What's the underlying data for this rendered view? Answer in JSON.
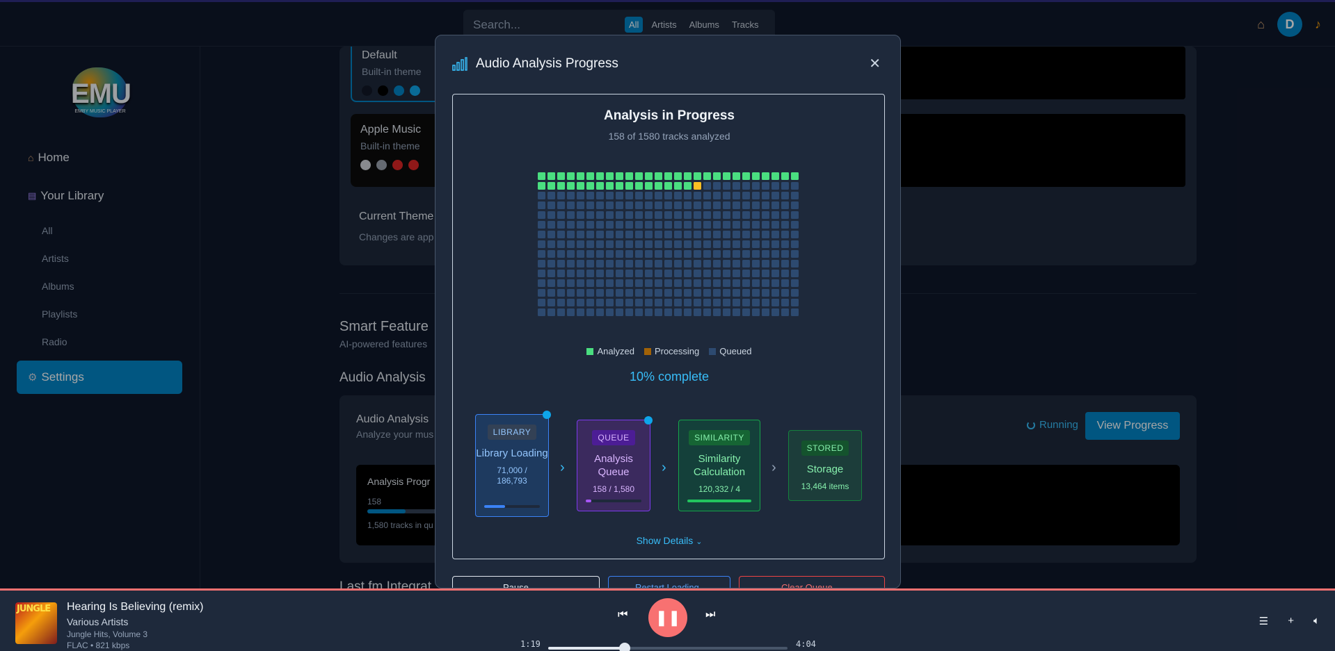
{
  "topbar": {
    "search_placeholder": "Search...",
    "filters": [
      "All",
      "Artists",
      "Albums",
      "Tracks"
    ],
    "active_filter": "All",
    "avatar_letter": "D"
  },
  "sidebar": {
    "logo_text": "EMU",
    "logo_sub": "EMBY MUSIC PLAYER",
    "home": "Home",
    "library": "Your Library",
    "library_items": [
      "All",
      "Artists",
      "Albums",
      "Playlists",
      "Radio"
    ],
    "settings": "Settings"
  },
  "themes": {
    "default_name": "Default",
    "default_sub": "Built-in theme",
    "default_colors": [
      "#111827",
      "#000000",
      "#0284c7",
      "#0ea5e9"
    ],
    "apple_name": "Apple Music",
    "apple_sub": "Built-in theme",
    "apple_colors": [
      "#d1d5db",
      "#9ca3af",
      "#dc2626",
      "#dc2626"
    ],
    "current_label": "Current Theme",
    "current_sub": "Changes are app"
  },
  "smart": {
    "title": "Smart Feature",
    "sub": "AI-powered features"
  },
  "audio_section": {
    "title": "Audio Analysis",
    "card_title": "Audio Analysis",
    "card_sub": "Analyze your mus",
    "prog_title": "Analysis Progr",
    "prog_count": "158",
    "prog_sub": "1,580 tracks in qu",
    "status": "Running",
    "view_button": "View Progress"
  },
  "lastfm_partial": "Last.fm Integrat",
  "modal": {
    "title": "Audio Analysis Progress",
    "heading": "Analysis in Progress",
    "subheading": "158 of 1580 tracks analyzed",
    "grid": {
      "analyzed": 43,
      "processing": 1,
      "total": 435
    },
    "legend": [
      "Analyzed",
      "Processing",
      "Queued"
    ],
    "colors": {
      "analyzed": "#4ade80",
      "processing": "#fbbf24",
      "queued": "#2d4a70"
    },
    "percent_text": "10% complete",
    "stages": [
      {
        "tag": "LIBRARY",
        "name": "Library Loading",
        "count": "71,000 / 186,793",
        "progress": 0.38
      },
      {
        "tag": "QUEUE",
        "name": "Analysis Queue",
        "count": "158 / 1,580",
        "progress": 0.1
      },
      {
        "tag": "SIMILARITY",
        "name": "Similarity Calculation",
        "count": "120,332 / 4",
        "progress": 1.0
      },
      {
        "tag": "STORED",
        "name": "Storage",
        "count": "13,464 items"
      }
    ],
    "show_details": "Show Details",
    "buttons": [
      "Pause",
      "Restart Loading",
      "Clear Queue"
    ]
  },
  "player": {
    "title": "Hearing Is Believing (remix)",
    "artist": "Various Artists",
    "album": "Jungle Hits, Volume 3",
    "format": "FLAC • 821 kbps",
    "cover_text": "JUNGLE",
    "elapsed": "1:19",
    "duration": "4:04",
    "progress": 0.32
  }
}
